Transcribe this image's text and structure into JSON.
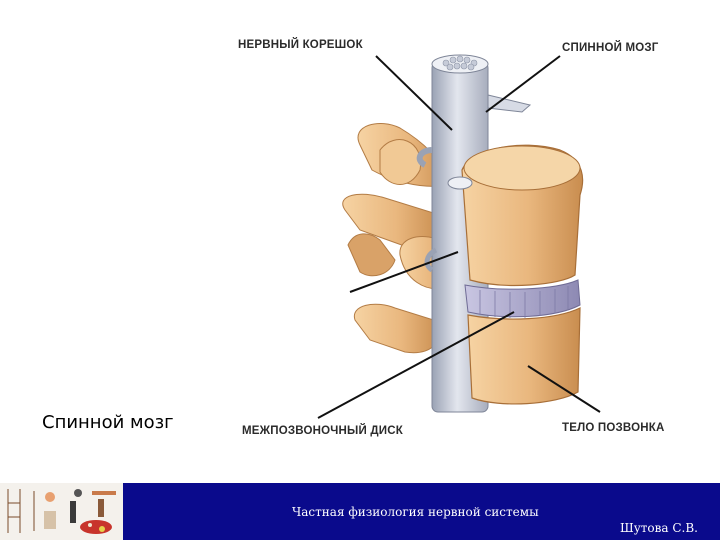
{
  "diagram": {
    "labels": {
      "nerve_root": "НЕРВНЫЙ КОРЕШОК",
      "spinal_cord": "СПИННОЙ МОЗГ",
      "intervertebral_disc": "МЕЖПОЗВОНОЧНЫЙ ДИСК",
      "vertebral_body": "ТЕЛО ПОЗВОНКА"
    },
    "colors": {
      "bone": "#e9b77e",
      "bone_shadow": "#c98d4f",
      "disc": "#a9a6c8",
      "cord": "#c9ced9"
    }
  },
  "caption": "Спинной мозг",
  "footer": {
    "title": "Частная физиология нервной системы",
    "author": "Шутова С.В.",
    "background": "#0a0a8c"
  }
}
